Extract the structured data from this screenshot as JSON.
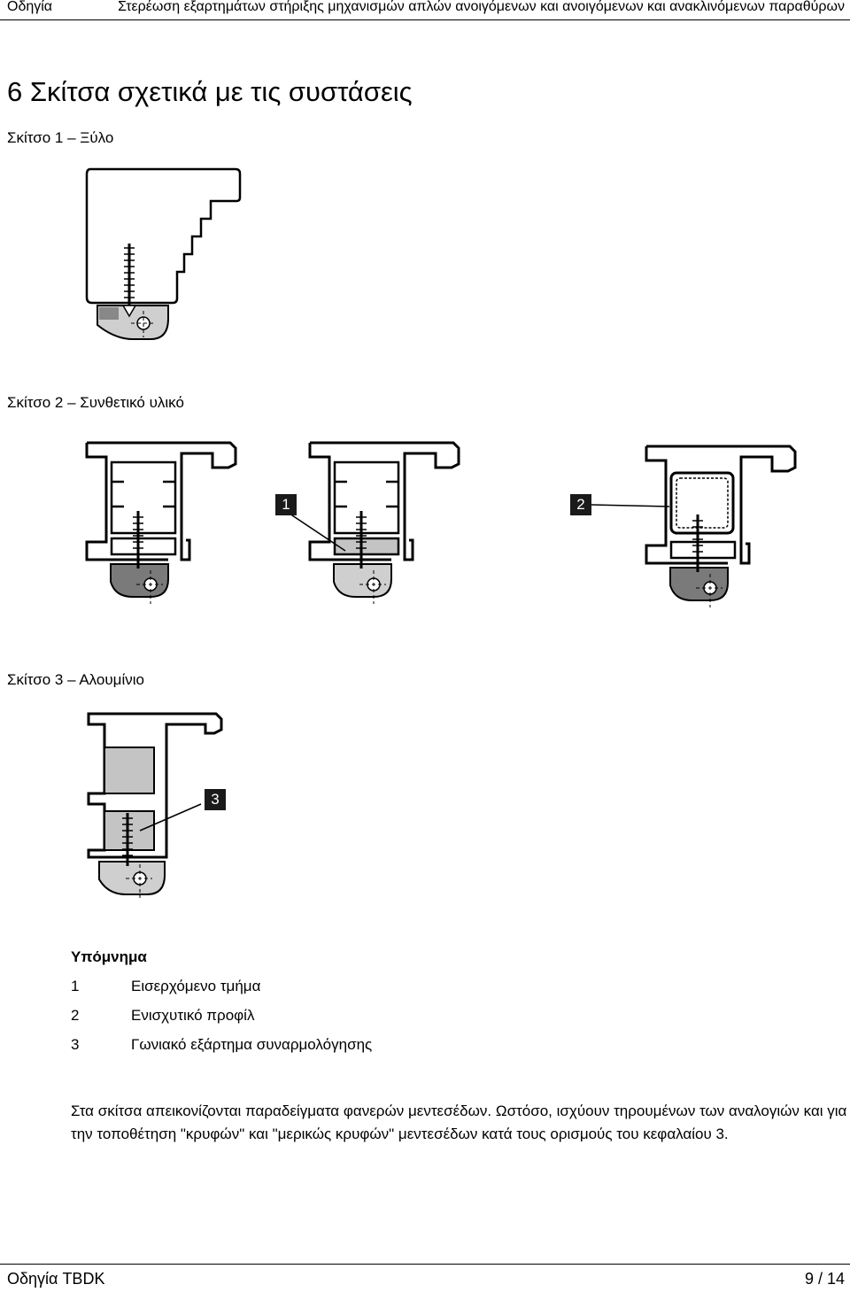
{
  "header": {
    "left": "Οδηγία",
    "right": "Στερέωση εξαρτημάτων στήριξης μηχανισμών απλών ανοιγόμενων και ανοιγόμενων και ανακλινόμενων παραθύρων"
  },
  "section_title": "6 Σκίτσα σχετικά με τις συστάσεις",
  "sketches": [
    {
      "caption": "Σκίτσο 1 – Ξύλο"
    },
    {
      "caption": "Σκίτσο 2 – Συνθετικό υλικό",
      "labels": [
        "1",
        "2"
      ]
    },
    {
      "caption": "Σκίτσο 3 – Αλουμίνιο",
      "labels": [
        "3"
      ]
    }
  ],
  "legend": {
    "title": "Υπόμνημα",
    "items": [
      {
        "num": "1",
        "text": "Εισερχόμενο τμήμα"
      },
      {
        "num": "2",
        "text": "Ενισχυτικό προφίλ"
      },
      {
        "num": "3",
        "text": "Γωνιακό εξάρτημα συναρμολόγησης"
      }
    ]
  },
  "paragraph": "Στα σκίτσα απεικονίζονται παραδείγματα φανερών μεντεσέδων. Ωστόσο, ισχύουν τηρουμένων των αναλογιών και για την τοποθέτηση \"κρυφών\" και \"μερικώς κρυφών\" μεντεσέδων κατά τους ορισμούς του κεφαλαίου 3.",
  "footer": {
    "left": "Οδηγία TBDK",
    "right": "9 / 14"
  },
  "colors": {
    "dark_fitting": "#7a7a7a",
    "light_fitting": "#cfcfcf",
    "insert": "#c4c4c4"
  }
}
